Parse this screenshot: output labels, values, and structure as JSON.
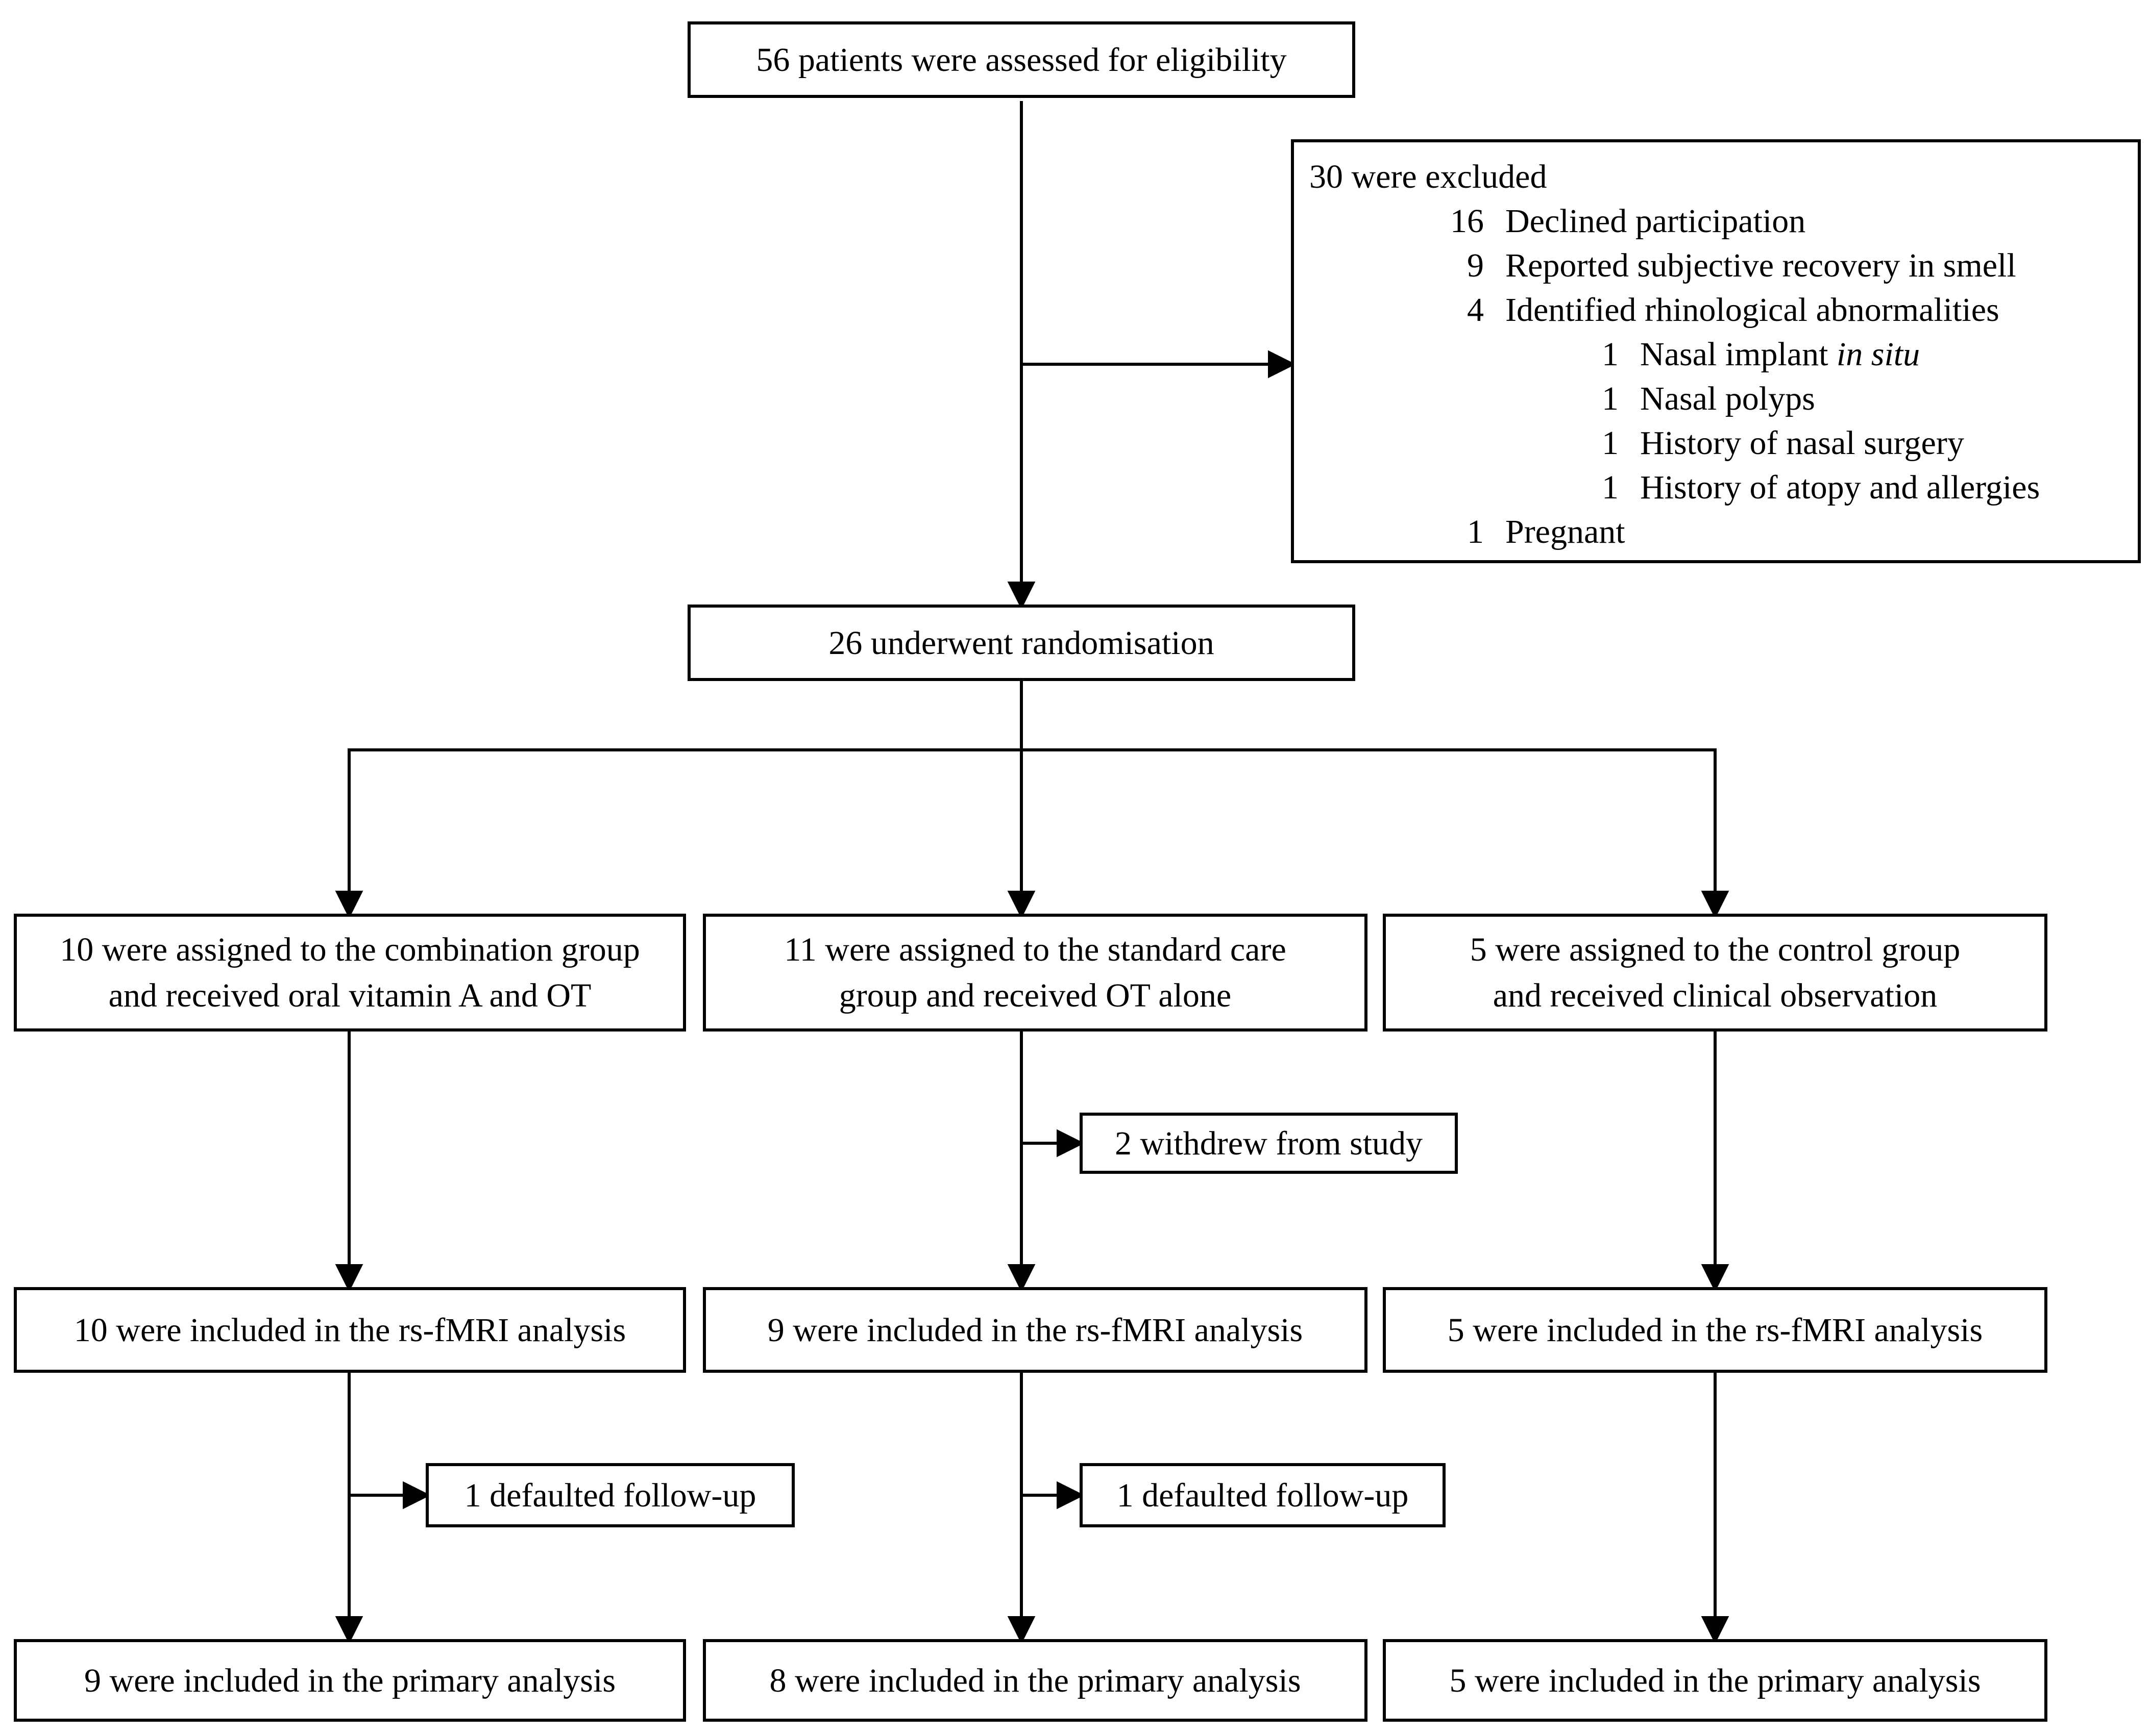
{
  "figure": {
    "kind": "patient-flow-diagram",
    "colors": {
      "line": "#000000",
      "box_border": "#000000",
      "background": "#ffffff",
      "text": "#000000"
    },
    "eligibility_text": "56 patients were assessed for eligibility",
    "excluded": {
      "title": "30 were excluded",
      "items": [
        {
          "n": "16",
          "text": "Declined participation"
        },
        {
          "n": "9",
          "text": "Reported subjective recovery in smell"
        },
        {
          "n": "4",
          "text": "Identified rhinological abnormalities"
        },
        {
          "n": "1",
          "text": "Nasal implant",
          "italic": "in situ"
        },
        {
          "n": "1",
          "text": "Nasal polyps"
        },
        {
          "n": "1",
          "text": "History of nasal surgery"
        },
        {
          "n": "1",
          "text": "History of atopy and allergies"
        },
        {
          "n": "1",
          "text": "Pregnant"
        }
      ]
    },
    "randomisation_text": "26 underwent randomisation",
    "groups": [
      {
        "name": "combination",
        "assigned_line1": "10 were assigned to the combination group",
        "assigned_line2": "and received oral vitamin A and OT",
        "fmri": "10 were included in the rs-fMRI analysis",
        "followup_note": "1 defaulted follow-up",
        "primary": "9 were included in the primary analysis"
      },
      {
        "name": "standard-care",
        "assigned_line1": "11 were assigned to the standard care",
        "assigned_line2": "group and received OT alone",
        "withdrew_note": "2 withdrew from study",
        "fmri": "9 were included in the rs-fMRI analysis",
        "followup_note": "1 defaulted follow-up",
        "primary": "8 were included in the primary analysis"
      },
      {
        "name": "control",
        "assigned_line1": "5 were assigned to the control group",
        "assigned_line2": "and received clinical observation",
        "fmri": "5 were included in the rs-fMRI analysis",
        "primary": "5 were included in the primary analysis"
      }
    ]
  }
}
